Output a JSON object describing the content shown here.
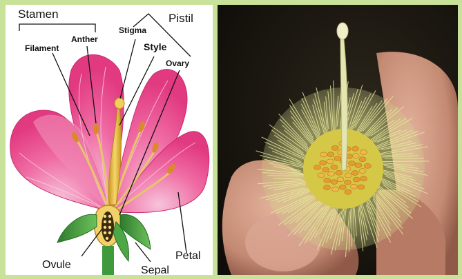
{
  "diagram": {
    "labels": {
      "stamen": "Stamen",
      "pistil": "Pistil",
      "stigma": "Stigma",
      "style": "Style",
      "anther": "Anther",
      "filament": "Filament",
      "ovary": "Ovary",
      "ovule": "Ovule",
      "sepal": "Sepal",
      "petal": "Petal"
    },
    "colors": {
      "frame": "#c9e29a",
      "petal": "#e9448a",
      "petal_light": "#f6a3c6",
      "pistil": "#e2b640",
      "sepal": "#3f9a3c",
      "anther": "#d98a2a"
    }
  },
  "photo": {
    "subject": "flower-photo",
    "colors": {
      "background": "#1d1a13",
      "skin": "#c99580",
      "bristles": "#d8de8a",
      "anthers": "#e7a83a"
    }
  }
}
